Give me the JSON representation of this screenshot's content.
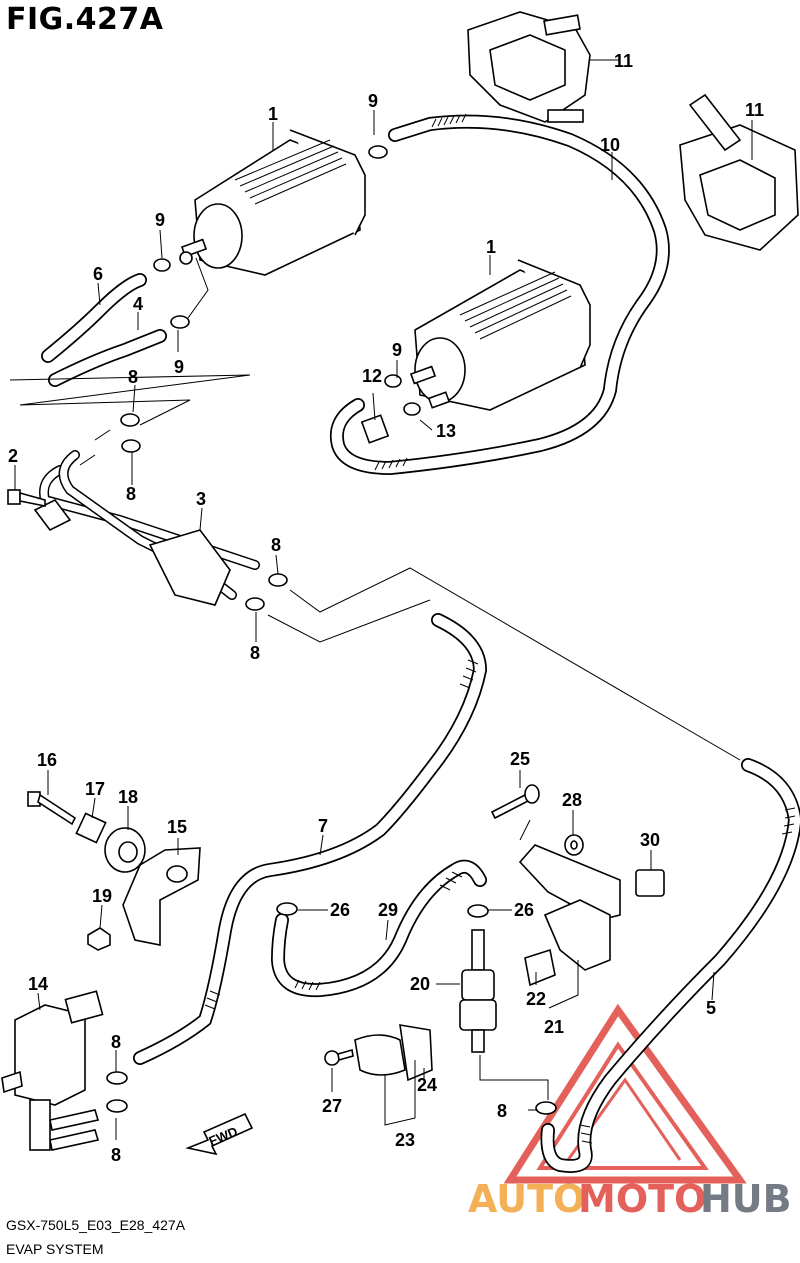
{
  "figure": {
    "title": "FIG.427A",
    "model_code": "GSX-750L5_E03_E28_427A",
    "system_name": "EVAP SYSTEM",
    "fwd_label": "FWD"
  },
  "watermark": {
    "part1": "AUTO",
    "part2": "MOTO",
    "part3": "HUB",
    "colors": {
      "red": "#e0463f",
      "orange": "#f2a33a",
      "gray": "#5c6470"
    }
  },
  "callouts": [
    {
      "id": "c1a",
      "label": "1"
    },
    {
      "id": "c1b",
      "label": "1"
    },
    {
      "id": "c2",
      "label": "2"
    },
    {
      "id": "c3",
      "label": "3"
    },
    {
      "id": "c4",
      "label": "4"
    },
    {
      "id": "c5",
      "label": "5"
    },
    {
      "id": "c6",
      "label": "6"
    },
    {
      "id": "c7",
      "label": "7"
    },
    {
      "id": "c8a",
      "label": "8"
    },
    {
      "id": "c8b",
      "label": "8"
    },
    {
      "id": "c8c",
      "label": "8"
    },
    {
      "id": "c8d",
      "label": "8"
    },
    {
      "id": "c8e",
      "label": "8"
    },
    {
      "id": "c8f",
      "label": "8"
    },
    {
      "id": "c8g",
      "label": "8"
    },
    {
      "id": "c9a",
      "label": "9"
    },
    {
      "id": "c9b",
      "label": "9"
    },
    {
      "id": "c9c",
      "label": "9"
    },
    {
      "id": "c9d",
      "label": "9"
    },
    {
      "id": "c10",
      "label": "10"
    },
    {
      "id": "c11a",
      "label": "11"
    },
    {
      "id": "c11b",
      "label": "11"
    },
    {
      "id": "c12",
      "label": "12"
    },
    {
      "id": "c13",
      "label": "13"
    },
    {
      "id": "c14",
      "label": "14"
    },
    {
      "id": "c15",
      "label": "15"
    },
    {
      "id": "c16",
      "label": "16"
    },
    {
      "id": "c17",
      "label": "17"
    },
    {
      "id": "c18",
      "label": "18"
    },
    {
      "id": "c19",
      "label": "19"
    },
    {
      "id": "c20",
      "label": "20"
    },
    {
      "id": "c21",
      "label": "21"
    },
    {
      "id": "c22",
      "label": "22"
    },
    {
      "id": "c23",
      "label": "23"
    },
    {
      "id": "c24",
      "label": "24"
    },
    {
      "id": "c25",
      "label": "25"
    },
    {
      "id": "c26a",
      "label": "26"
    },
    {
      "id": "c26b",
      "label": "26"
    },
    {
      "id": "c27",
      "label": "27"
    },
    {
      "id": "c28",
      "label": "28"
    },
    {
      "id": "c29",
      "label": "29"
    },
    {
      "id": "c30",
      "label": "30"
    }
  ]
}
